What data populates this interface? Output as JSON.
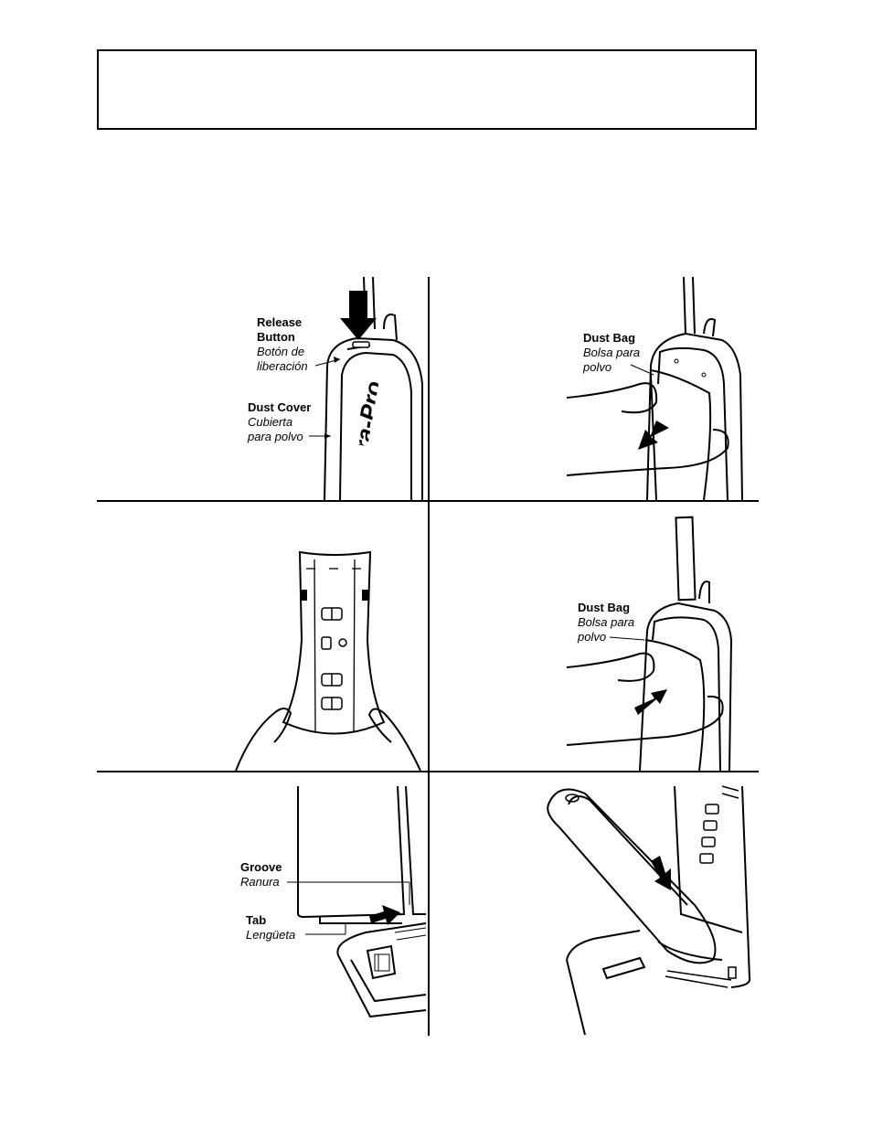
{
  "panels": {
    "p1": {
      "release_button_en": "Release",
      "release_button_en2": "Button",
      "release_button_es": "Botón de",
      "release_button_es2": "liberación",
      "dust_cover_en": "Dust Cover",
      "dust_cover_es": "Cubierta",
      "dust_cover_es2": "para polvo",
      "brand_text": "Ultra-Pro"
    },
    "p2": {
      "dust_bag_en": "Dust Bag",
      "dust_bag_es": "Bolsa para",
      "dust_bag_es2": "polvo"
    },
    "p4": {
      "dust_bag_en": "Dust Bag",
      "dust_bag_es": "Bolsa para",
      "dust_bag_es2": "polvo"
    },
    "p5": {
      "groove_en": "Groove",
      "groove_es": "Ranura",
      "tab_en": "Tab",
      "tab_es": "Lengüeta"
    }
  }
}
